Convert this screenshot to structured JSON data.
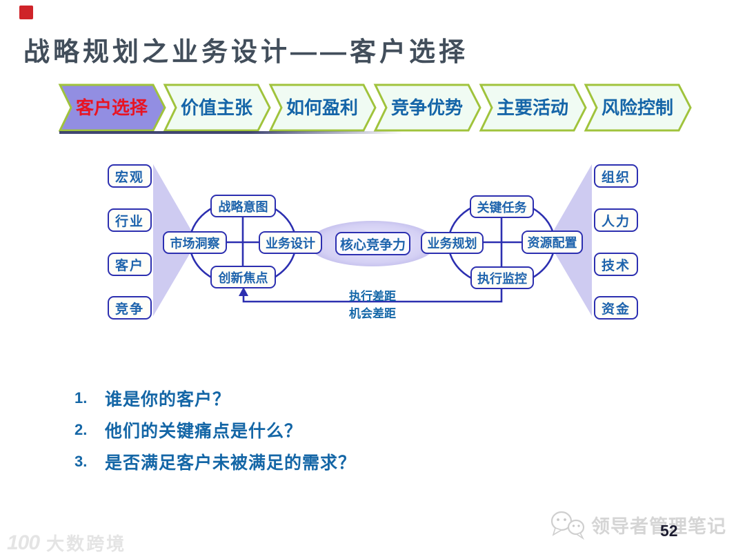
{
  "page": {
    "title": "战略规划之业务设计——客户选择",
    "page_number": "52"
  },
  "tabs": [
    {
      "label": "客户选择",
      "active": true
    },
    {
      "label": "价值主张",
      "active": false
    },
    {
      "label": "如何盈利",
      "active": false
    },
    {
      "label": "竞争优势",
      "active": false
    },
    {
      "label": "主要活动",
      "active": false
    },
    {
      "label": "风险控制",
      "active": false
    }
  ],
  "diagram": {
    "left_inputs": [
      "宏观",
      "行业",
      "客户",
      "竞争"
    ],
    "right_resources": [
      "组织",
      "人力",
      "技术",
      "资金"
    ],
    "left_cluster": {
      "top": "战略意图",
      "left": "市场洞察",
      "right": "业务设计",
      "bottom": "创新焦点"
    },
    "center": "核心竞争力",
    "right_cluster": {
      "top": "关键任务",
      "left": "业务规划",
      "right": "资源配置",
      "bottom": "执行监控"
    },
    "gap_labels": {
      "execution": "执行差距",
      "opportunity": "机会差距"
    }
  },
  "questions": [
    {
      "num": "1.",
      "text": "谁是你的客户？"
    },
    {
      "num": "2.",
      "text": "他们的关键痛点是什么？"
    },
    {
      "num": "3.",
      "text": "是否满足客户未被满足的需求？"
    }
  ],
  "watermarks": {
    "bottom_left_logo": "100",
    "bottom_left": "大数跨境",
    "bottom_right": "领导者管理笔记"
  },
  "colors": {
    "active_tab_bg": "#928ee2",
    "active_tab_text": "#e81423",
    "tab_border": "#a0c33c",
    "tab_bg": "#f0fbf3",
    "tab_text": "#1565a8",
    "diagram_line": "#2c2fb0",
    "box_text": "#1d63ac",
    "funnel_fill": "#c9c5ef",
    "title_text": "#424e5b",
    "question_text": "#1466a6",
    "corner_mark": "#cf2329"
  }
}
